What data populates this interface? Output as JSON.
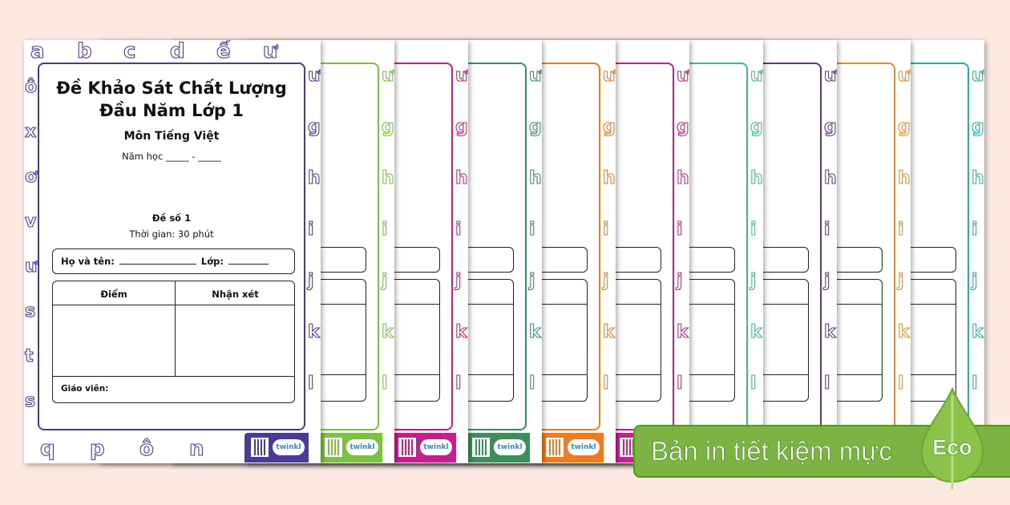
{
  "worksheet": {
    "title_line1": "Đề Khảo Sát Chất Lượng",
    "title_line2": "Đầu Năm Lớp 1",
    "subject": "Môn Tiếng Việt",
    "school_year": "Năm học _____ - _____",
    "exam_number": "Đề số 1",
    "duration": "Thời gian: 30 phút",
    "name_label": "Họ và tên:",
    "class_label": "Lớp:",
    "score_header": "Điểm",
    "comment_header": "Nhận xét",
    "teacher_label": "Giáo viên:",
    "brand": "twinkl"
  },
  "letters": {
    "top": [
      "a",
      "b",
      "c",
      "d",
      "ế",
      "ư"
    ],
    "left": [
      "ô",
      "x",
      "ơ",
      "v",
      "ư",
      "s",
      "t",
      "s"
    ],
    "bottom": [
      "q",
      "p",
      "ô",
      "n"
    ],
    "right": [
      "ư",
      "g",
      "h",
      "i",
      "j",
      "k",
      "l"
    ]
  },
  "sheet_colors": [
    "#4b3a9a",
    "#7bc142",
    "#c41f8c",
    "#3e8e5c",
    "#f07a1e",
    "#c9208f",
    "#3fb98f",
    "#6b2f8f",
    "#f08a24",
    "#1fb3a6"
  ],
  "eco_banner": {
    "text": "Bản in tiết kiệm mực",
    "badge": "Eco",
    "color": "#7cb342"
  }
}
